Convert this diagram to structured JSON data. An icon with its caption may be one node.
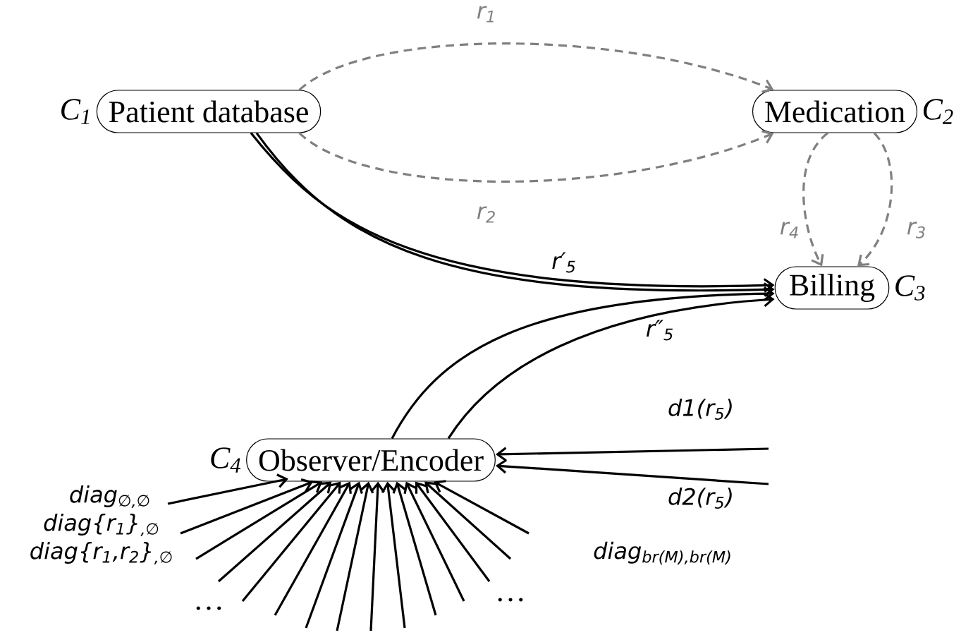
{
  "diagram": {
    "nodes": [
      {
        "text": [
          "Patient database"
        ],
        "beside": [
          "C$_{1}$"
        ]
      },
      {
        "text": [
          "Medication"
        ],
        "beside": [
          "C$_{2}$"
        ]
      },
      {
        "text": [
          "Billing"
        ],
        "beside": [
          "C$_{3}$"
        ]
      },
      {
        "text": [
          "Observer/Encoder"
        ],
        "beside": [
          "C$_{4}$"
        ]
      }
    ],
    "edges": [
      {
        "from": 0,
        "to": 1,
        "arrow": "to",
        "label": "r$_{1}$",
        "style": "dashed",
        "color": "#808080"
      },
      {
        "from": 0,
        "to": 1,
        "arrow": "to",
        "label": "r$_{2}$",
        "style": "dashed",
        "color": "#808080"
      },
      {
        "from": 1,
        "to": 2,
        "arrow": "to",
        "label": "r$_{4}$",
        "style": "dashed",
        "color": "#808080"
      },
      {
        "from": 1,
        "to": 2,
        "arrow": "to",
        "label": "r$_{3}$",
        "style": "dashed",
        "color": "#808080"
      },
      {
        "from": 0,
        "to": 2,
        "arrow": "to",
        "label": "r′$_{5}$"
      },
      {
        "from": 0,
        "to": 2,
        "arrow": "to"
      },
      {
        "from": 3,
        "to": 2,
        "arrow": "to",
        "label": "r″$_{5}$"
      },
      {
        "from": 3,
        "to": 2,
        "arrow": "to"
      },
      {
        "from": null,
        "to": 3,
        "arrow": "to",
        "label": "d1(r$_{5}$)"
      },
      {
        "from": null,
        "to": 3,
        "arrow": "to",
        "label": "d2(r$_{5}$)"
      },
      {
        "from": null,
        "to": 3,
        "arrow": "to",
        "label": "diag$_{∅,∅}$"
      },
      {
        "from": null,
        "to": 3,
        "arrow": "to",
        "label": "diag{r$_{1}$}$_{,∅}$"
      },
      {
        "from": null,
        "to": 3,
        "arrow": "to",
        "label": "diag{r$_{1}$,r$_{2}$}$_{,∅}$"
      },
      {
        "from": null,
        "to": 3,
        "arrow": "to"
      },
      {
        "from": null,
        "to": 3,
        "arrow": "to"
      },
      {
        "from": null,
        "to": 3,
        "arrow": "to"
      },
      {
        "from": null,
        "to": 3,
        "arrow": "to"
      },
      {
        "from": null,
        "to": 3,
        "arrow": "to"
      },
      {
        "from": null,
        "to": 3,
        "arrow": "to"
      },
      {
        "from": null,
        "to": 3,
        "arrow": "to"
      },
      {
        "from": null,
        "to": 3,
        "arrow": "to"
      },
      {
        "from": null,
        "to": 3,
        "arrow": "to"
      },
      {
        "from": null,
        "to": 3,
        "arrow": "to"
      },
      {
        "from": null,
        "to": 3,
        "arrow": "to"
      },
      {
        "from": null,
        "to": 3,
        "arrow": "to",
        "label": "diag$_{br(M),br(M)}$"
      }
    ],
    "labels": [
      "…",
      "…"
    ]
  }
}
